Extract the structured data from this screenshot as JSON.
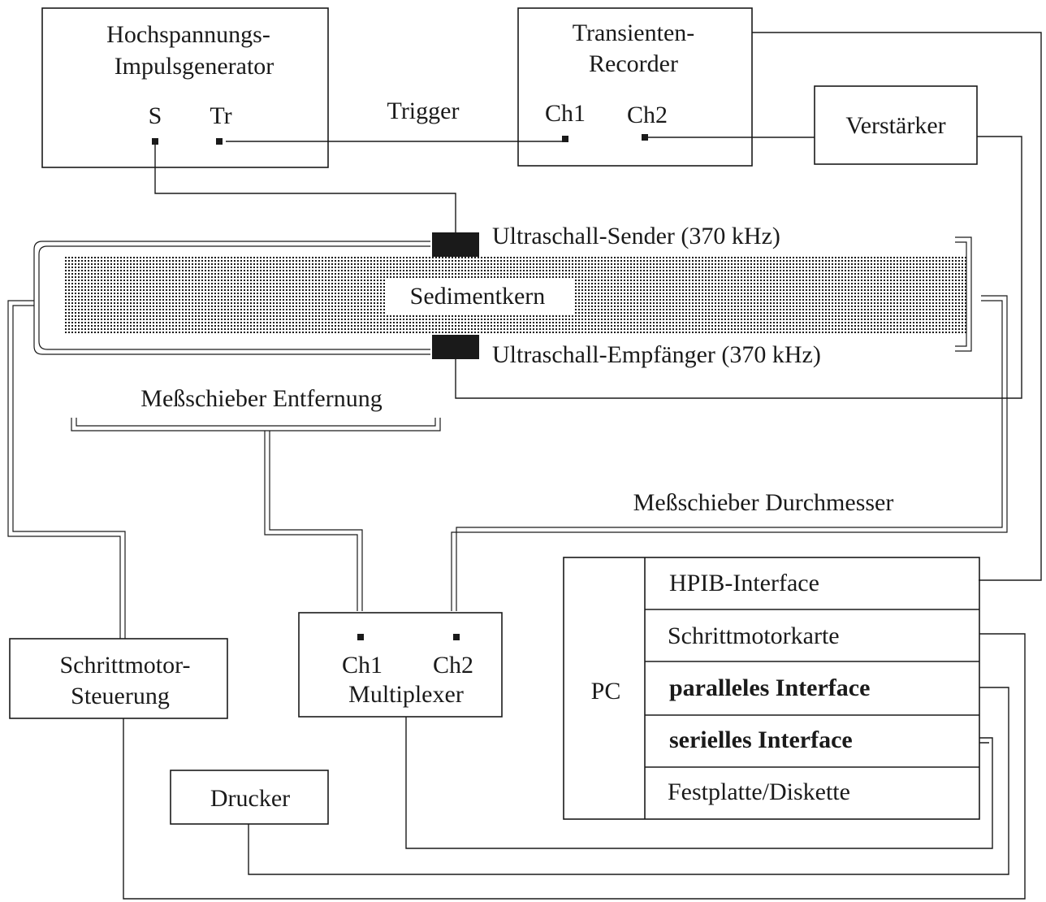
{
  "labels": {
    "generator_line1": "Hochspannungs-",
    "generator_line2": "Impulsgenerator",
    "generator_s": "S",
    "generator_tr": "Tr",
    "trigger": "Trigger",
    "recorder_line1": "Transienten-",
    "recorder_line2": "Recorder",
    "recorder_ch1": "Ch1",
    "recorder_ch2": "Ch2",
    "amplifier": "Verstärker",
    "sender": "Ultraschall-Sender (370 kHz)",
    "core": "Sedimentkern",
    "receiver": "Ultraschall-Empfänger (370 kHz)",
    "caliper_distance": "Meßschieber Entfernung",
    "caliper_diameter": "Meßschieber Durchmesser",
    "stepper_line1": "Schrittmotor-",
    "stepper_line2": "Steuerung",
    "mux_ch1": "Ch1",
    "mux_ch2": "Ch2",
    "mux_name": "Multiplexer",
    "printer": "Drucker",
    "pc": "PC"
  },
  "pc_slots": [
    {
      "label": "HPIB-Interface",
      "bold": false
    },
    {
      "label": "Schrittmotorkarte",
      "bold": false
    },
    {
      "label": "paralleles Interface",
      "bold": true
    },
    {
      "label": "serielles Interface",
      "bold": true
    },
    {
      "label": "Festplatte/Diskette",
      "bold": false
    }
  ]
}
